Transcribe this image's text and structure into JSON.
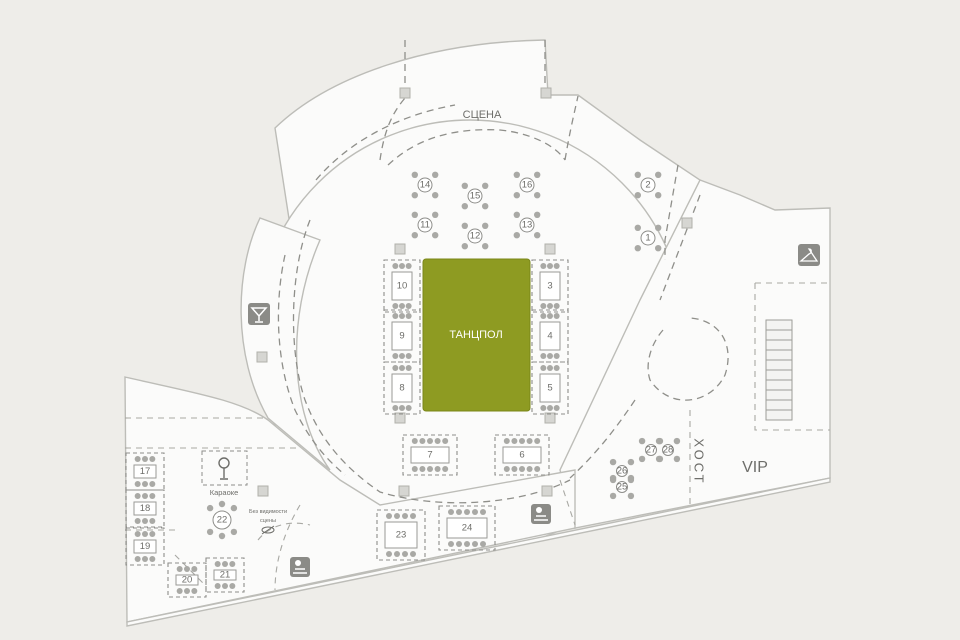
{
  "labels": {
    "stage": "СЦЕНА",
    "dancefloor": "ТАНЦПОЛ",
    "host": "ХОСТ",
    "vip": "VIP",
    "karaoke": "Караоке",
    "no_view_line1": "Без видимости",
    "no_view_line2": "сцены"
  },
  "colors": {
    "background": "#eeede9",
    "floor": "#fbfbfa",
    "dancefloor": "#8e9b22",
    "icon": "#8b8b87"
  },
  "round_tables": [
    "14",
    "15",
    "16",
    "11",
    "12",
    "13",
    "2",
    "1",
    "22",
    "27",
    "28",
    "26",
    "25"
  ],
  "rect_tables": [
    "10",
    "9",
    "8",
    "3",
    "4",
    "5",
    "7",
    "6",
    "17",
    "18",
    "19",
    "20",
    "21",
    "23",
    "24"
  ],
  "icons": [
    "cocktail-icon",
    "coat-hanger-icon",
    "dj-icon",
    "microphone-icon",
    "no-view-icon"
  ]
}
